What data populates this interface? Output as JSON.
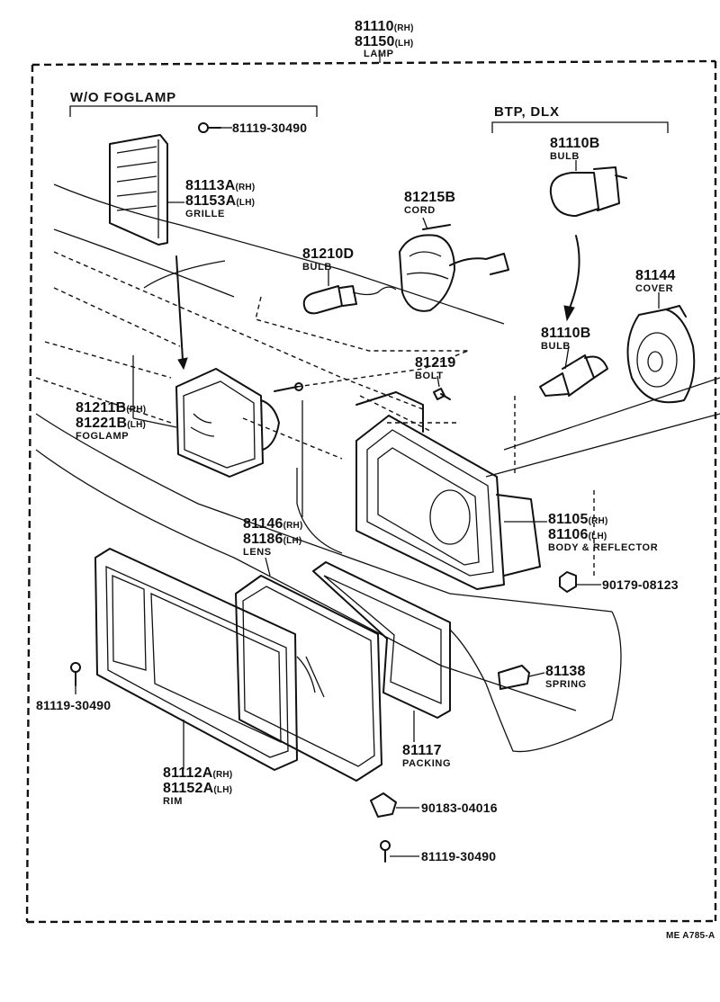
{
  "header": {
    "assembly_rh": "81110",
    "assembly_lh": "81150",
    "rh": "(RH)",
    "lh": "(LH)",
    "assembly_name": "LAMP"
  },
  "groups": {
    "wo_foglamp": "W/O  FOGLAMP",
    "btp_dlx": "BTP, DLX"
  },
  "parts": {
    "screw_top": "81119-30490",
    "grille_rh": "81113A",
    "grille_lh": "81153A",
    "grille_name": "GRILLE",
    "cord": "81215B",
    "cord_name": "CORD",
    "bulb_d": "81210D",
    "bulb_d_name": "BULB",
    "bulb_b": "81110B",
    "bulb_b_name": "BULB",
    "cover": "81144",
    "cover_name": "COVER",
    "bulb_b2": "81110B",
    "bulb_b2_name": "BULB",
    "bolt": "81219",
    "bolt_name": "BOLT",
    "foglamp_rh": "81211B",
    "foglamp_lh": "81221B",
    "foglamp_name": "FOGLAMP",
    "lens_rh": "81146",
    "lens_lh": "81186",
    "lens_name": "LENS",
    "body_rh": "81105",
    "body_lh": "81106",
    "body_name": "BODY & REFLECTOR",
    "nut": "90179-08123",
    "spring": "81138",
    "spring_name": "SPRING",
    "screw_left": "81119-30490",
    "packing": "81117",
    "packing_name": "PACKING",
    "rim_rh": "81112A",
    "rim_lh": "81152A",
    "rim_name": "RIM",
    "clip": "90183-04016",
    "screw_bottom": "81119-30490"
  },
  "footer": {
    "ref_code": "ME  A785-A"
  }
}
